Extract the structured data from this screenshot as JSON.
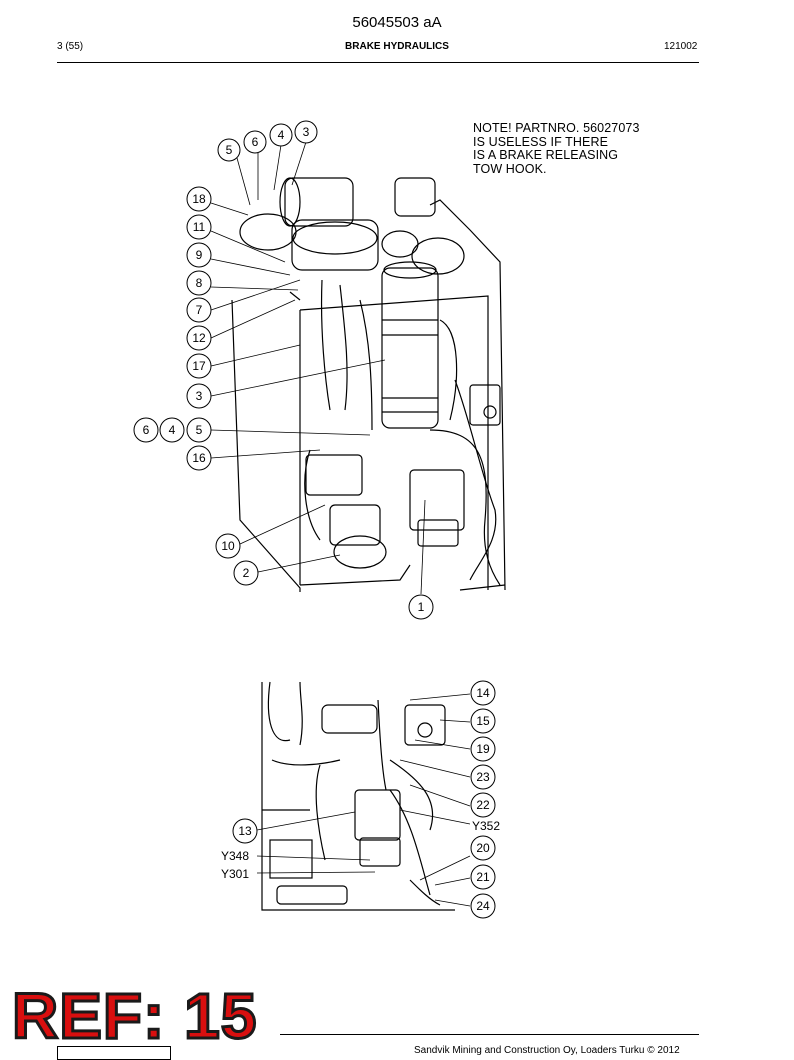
{
  "header": {
    "doc_number": "56045503 aA",
    "page": "3 (55)",
    "title": "BRAKE HYDRAULICS",
    "date": "121002"
  },
  "note": "NOTE! PARTNRO. 56027073\nIS USELESS IF THERE\nIS A BRAKE RELEASING\nTOW HOOK.",
  "callouts_top": {
    "c3a": "3",
    "c4a": "4",
    "c6a": "6",
    "c5a": "5",
    "c18": "18",
    "c11": "11",
    "c9": "9",
    "c8": "8",
    "c7": "7",
    "c12": "12",
    "c17": "17",
    "c3b": "3",
    "c6b": "6",
    "c4b": "4",
    "c5b": "5",
    "c16": "16",
    "c10": "10",
    "c2": "2",
    "c1": "1"
  },
  "callouts_bottom": {
    "c14": "14",
    "c15": "15",
    "c19": "19",
    "c23": "23",
    "c22": "22",
    "y352": "Y352",
    "c13": "13",
    "y348": "Y348",
    "y301": "Y301",
    "c20": "20",
    "c21": "21",
    "c24": "24"
  },
  "stamp": "REF: 15",
  "footer": "Sandvik Mining and Construction Oy, Loaders Turku © 2012"
}
